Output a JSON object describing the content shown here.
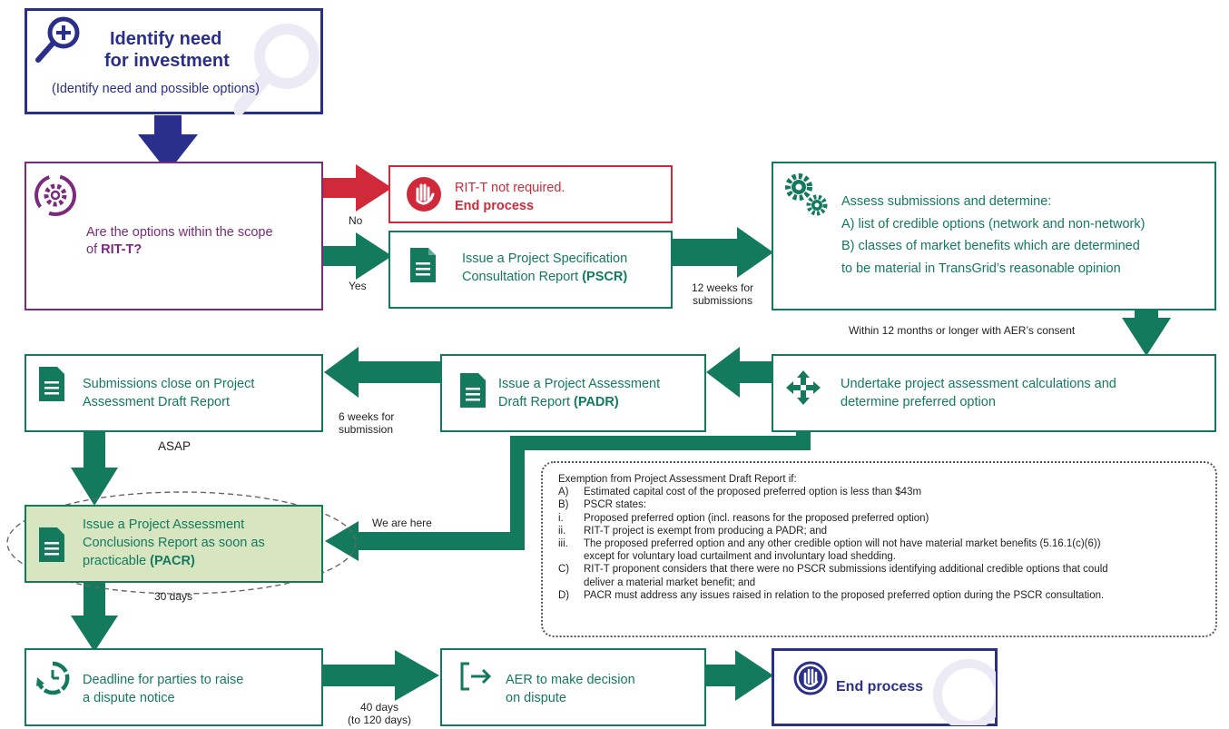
{
  "identify": {
    "title_line1": "Identify need",
    "title_line2": "for investment",
    "subtitle": "(Identify need and possible options)"
  },
  "scope": {
    "text": "Are the options within the scope of",
    "bold": "RIT-T?"
  },
  "not_required": {
    "line1": "RIT-T not required.",
    "line2": "End process"
  },
  "pscr": {
    "text": "Issue a Project Specification Consultation Report",
    "bold": "(PSCR)"
  },
  "assess": {
    "intro": "Assess submissions and determine:",
    "a": "A) list of credible options (network and non-network)",
    "b1": "B) classes of market benefits which are determined",
    "b2": "to be material in TransGrid’s reasonable opinion"
  },
  "undertake": {
    "line1": "Undertake project assessment calculations and",
    "line2": "determine preferred option"
  },
  "padr": {
    "text": "Issue a Project Assessment Draft Report",
    "bold": "(PADR)"
  },
  "submissions_close": {
    "line1": "Submissions close on Project",
    "line2": "Assessment Draft Report"
  },
  "pacr": {
    "text": "Issue a Project Assessment Conclusions Report as soon as practicable",
    "bold": "(PACR)"
  },
  "dispute": {
    "line1": "Deadline for parties to raise",
    "line2": "a dispute notice"
  },
  "aer": {
    "line1": "AER to make decision",
    "line2": "on dispute"
  },
  "end": {
    "label": "End process"
  },
  "labels": {
    "no": "No",
    "yes": "Yes",
    "twelve_weeks_1": "12 weeks for",
    "twelve_weeks_2": "submissions",
    "within": "Within 12 months or longer with AER’s consent",
    "six_weeks_1": "6 weeks for",
    "six_weeks_2": "submission",
    "asap": "ASAP",
    "we_are_here": "We are here",
    "thirty_days": "30 days",
    "forty_days_1": "40 days",
    "forty_days_2": "(to 120 days)"
  },
  "exemption": {
    "title": "Exemption from Project Assessment Draft Report if:",
    "items": [
      {
        "k": "A)",
        "t": "Estimated capital cost of the proposed preferred option is less than $43m"
      },
      {
        "k": "B)",
        "t": "PSCR states:"
      },
      {
        "k": "i.",
        "t": "Proposed preferred option (incl. reasons for the proposed preferred option)"
      },
      {
        "k": "ii.",
        "t": "RIT-T project is exempt from producing a PADR; and"
      },
      {
        "k": "iii.",
        "t": "The proposed preferred option and any other credible option will not have material market benefits (5.16.1(c)(6))"
      },
      {
        "k": "",
        "t": "except for voluntary load curtailment and involuntary load shedding."
      },
      {
        "k": "C)",
        "t": "RIT-T proponent considers that there were no PSCR submissions identifying additional credible options that could"
      },
      {
        "k": "",
        "t": "deliver a material market benefit; and"
      },
      {
        "k": "D)",
        "t": "PACR must address any issues raised in relation to the proposed preferred option during the PSCR consultation."
      }
    ]
  },
  "colors": {
    "navy": "#2b2f8c",
    "purple": "#7b2a7e",
    "red": "#d02a3a",
    "teal": "#137a5e",
    "pacr_fill": "#d7e6c0"
  }
}
